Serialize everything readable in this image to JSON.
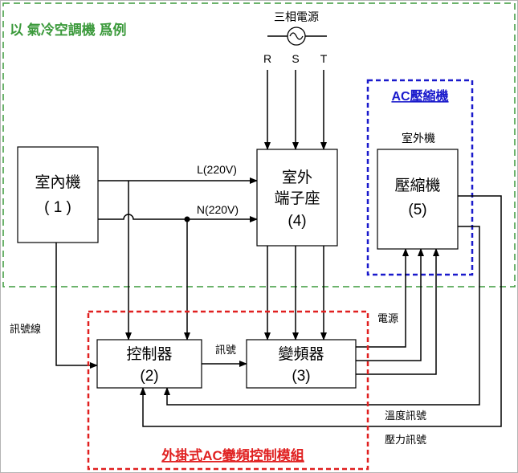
{
  "diagram": {
    "scope_label": "以 氣冷空調機 爲例",
    "module_label": "外掛式AC變頻控制模組",
    "compressor_group_label": "AC壓縮機",
    "outdoor_unit_label": "室外機",
    "power_source": {
      "label": "三相電源",
      "phases": [
        "R",
        "S",
        "T"
      ]
    },
    "boxes": {
      "indoor": {
        "name": "室內機",
        "number": "( 1 )"
      },
      "controller": {
        "name": "控制器",
        "number": "(2)"
      },
      "inverter": {
        "name": "變頻器",
        "number": "(3)"
      },
      "terminal": {
        "name_line1": "室外",
        "name_line2": "端子座",
        "number": "(4)"
      },
      "compressor": {
        "name": "壓縮機",
        "number": "(5)"
      }
    },
    "connections": {
      "live": "L(220V)",
      "neutral": "N(220V)",
      "signal_wire": "訊號線",
      "signal": "訊號",
      "power": "電源",
      "temperature_signal": "溫度訊號",
      "pressure_signal": "壓力訊號"
    },
    "colors": {
      "scope_boundary": "#3c9a3c",
      "module_boundary": "#e02020",
      "compressor_boundary": "#1a1acc"
    }
  }
}
